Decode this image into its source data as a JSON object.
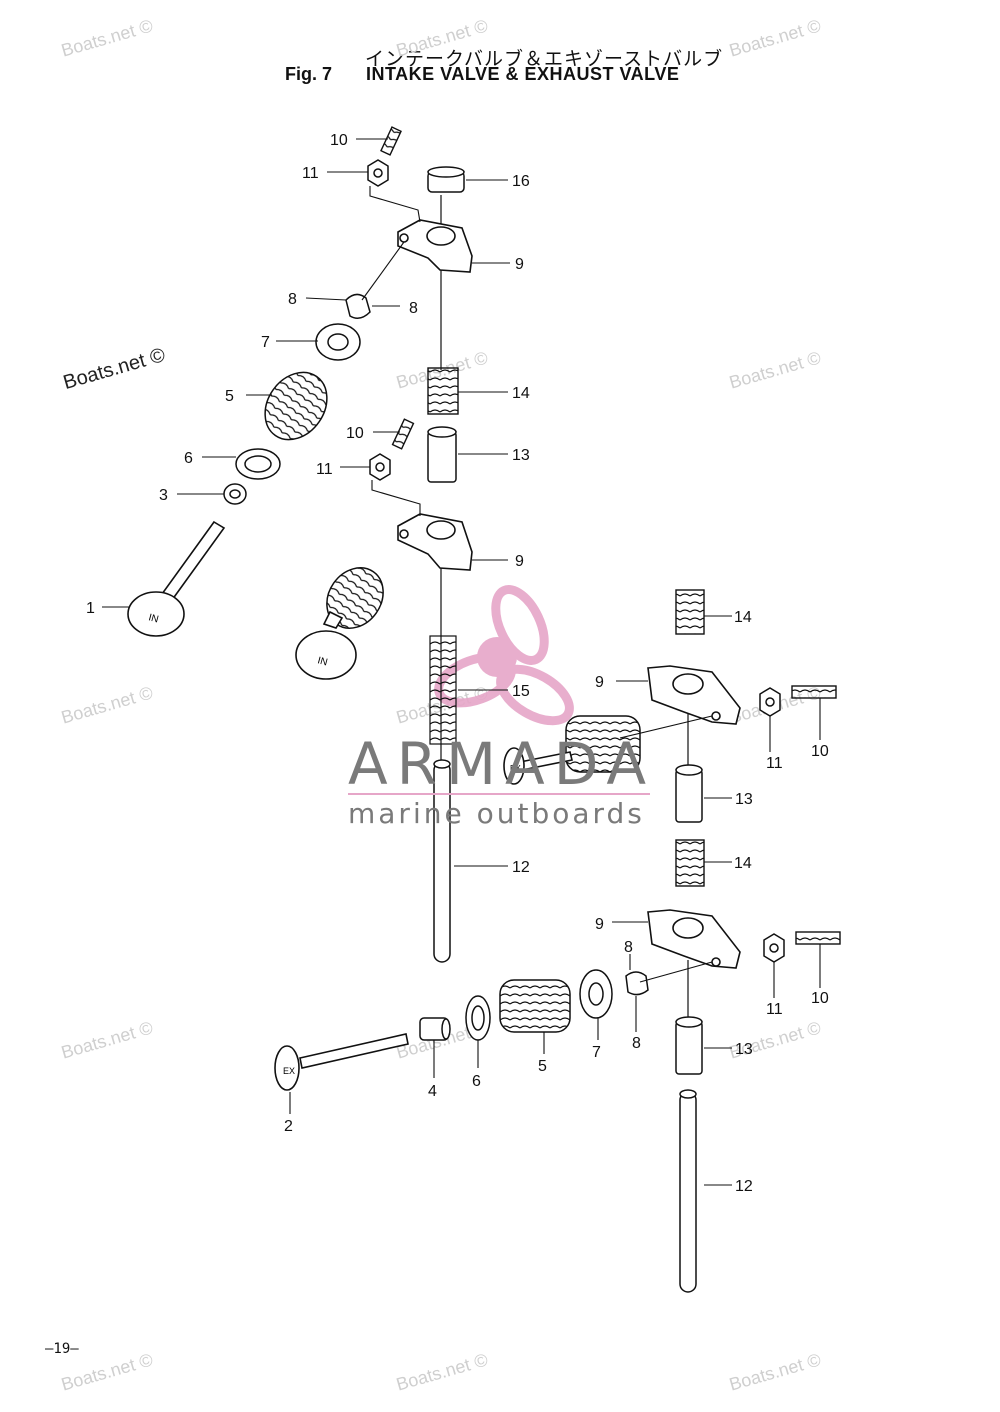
{
  "header": {
    "title_jp": "インテークバルブ＆エキゾーストバルブ",
    "fig_label": "Fig. 7",
    "title_en": "INTAKE VALVE & EXHAUST VALVE"
  },
  "page_number": "—19—",
  "watermark": "Boats.net ©",
  "brand": {
    "name": "ARMADA",
    "tagline": "marine outboards",
    "accent_color": "#e6a6c8",
    "text_color": "#7a7a7a"
  },
  "valve_labels": {
    "intake": "IN",
    "exhaust": "EX"
  },
  "callouts": {
    "c10a": "10",
    "c11a": "11",
    "c16": "16",
    "c9a": "9",
    "c8a": "8",
    "c8b": "8",
    "c7a": "7",
    "c14a": "14",
    "c5a": "5",
    "c10b": "10",
    "c13a": "13",
    "c6a": "6",
    "c11b": "11",
    "c3": "3",
    "c9b": "9",
    "c1": "1",
    "c15": "15",
    "c12a": "12",
    "c14b": "14",
    "c9c": "9",
    "c11c": "11",
    "c10c": "10",
    "c13b": "13",
    "c14c": "14",
    "c9d": "9",
    "c8c": "8",
    "c11d": "11",
    "c10d": "10",
    "c8d": "8",
    "c13c": "13",
    "c2": "2",
    "c4": "4",
    "c6b": "6",
    "c5b": "5",
    "c7b": "7",
    "c12b": "12"
  }
}
